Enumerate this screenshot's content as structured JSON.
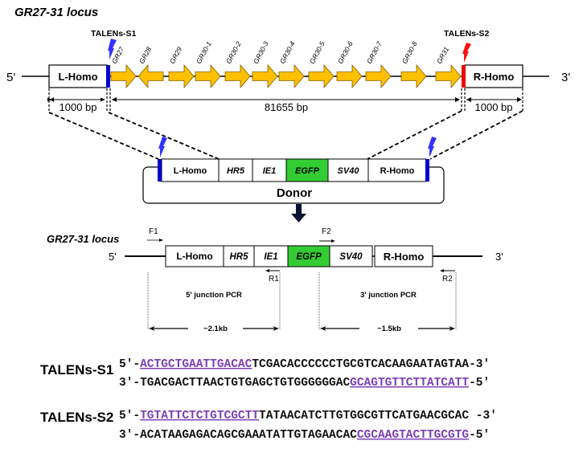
{
  "top_locus": {
    "title": "GR27-31 locus",
    "five_prime": "5'",
    "three_prime": "3'",
    "left_homology": "L-Homo",
    "right_homology": "R-Homo",
    "talen_site_1": "TALENs-S1",
    "talen_site_2": "TALENs-S2",
    "genes": [
      {
        "name": "GR27",
        "direction": "forward"
      },
      {
        "name": "GR28",
        "direction": "reverse"
      },
      {
        "name": "GR29",
        "direction": "forward"
      },
      {
        "name": "GR30-1",
        "direction": "forward"
      },
      {
        "name": "GR30-2",
        "direction": "forward"
      },
      {
        "name": "GR30-3",
        "direction": "forward"
      },
      {
        "name": "GR30-4",
        "direction": "forward"
      },
      {
        "name": "GR30-5",
        "direction": "forward"
      },
      {
        "name": "GR30-6",
        "direction": "forward"
      },
      {
        "name": "GR30-7",
        "direction": "forward"
      },
      {
        "name": "GR30-8",
        "direction": "forward"
      },
      {
        "name": "GR31",
        "direction": "forward"
      }
    ],
    "left_length": "1000 bp",
    "middle_length": "81655 bp",
    "right_length": "1000 bp"
  },
  "donor": {
    "label": "Donor",
    "segments": [
      "L-Homo",
      "HR5",
      "IE1",
      "EGFP",
      "SV40",
      "R-Homo"
    ]
  },
  "bottom_locus": {
    "title": "GR27-31 locus",
    "five_prime": "5'",
    "three_prime": "3'",
    "segments": [
      "L-Homo",
      "HR5",
      "IE1",
      "EGFP",
      "SV40",
      "R-Homo"
    ],
    "primers": {
      "F1": "F1",
      "R1": "R1",
      "F2": "F2",
      "R2": "R2"
    },
    "pcr_5": {
      "label": "5' junction PCR",
      "size": "~2.1kb"
    },
    "pcr_3": {
      "label": "3' junction PCR",
      "size": "~1.5kb"
    }
  },
  "sequences": {
    "s1": {
      "label": "TALENs-S1",
      "top": {
        "prefix": "5′-",
        "highlight": "ACTGCTGAATTGACAC",
        "rest": "TCGACACCCCCCTGCGTCACAAGAATAGTAA",
        "suffix": "-3′"
      },
      "bottom": {
        "prefix": "3′-",
        "rest": "TGACGACTTAACTGTGAGCTGTGGGGGGAC",
        "highlight": "GCAGTGTTCTTATCATT",
        "suffix": "-5′"
      }
    },
    "s2": {
      "label": "TALENs-S2",
      "top": {
        "prefix": "5′-",
        "highlight": "TGTATTCTCTGTCGCTT",
        "rest": "TATAACATCTTGTGGCGTTCATGAACGCAC",
        "suffix": " -3′"
      },
      "bottom": {
        "prefix": "3′-",
        "rest": "ACATAAGAGACAGCGAAATATTGTAGAACAC",
        "highlight": "CGCAAGTACTTGCGTG",
        "suffix": "-5′"
      }
    }
  },
  "colors": {
    "gene_arrow": "#FFC000",
    "talen_1": "#3333ff",
    "talen_2": "#ff0000",
    "site_bar_blue": "#0000cc",
    "site_bar_red": "#ee0000",
    "egfp": "#33cc33",
    "highlight_seq": "#7b3fb5"
  }
}
